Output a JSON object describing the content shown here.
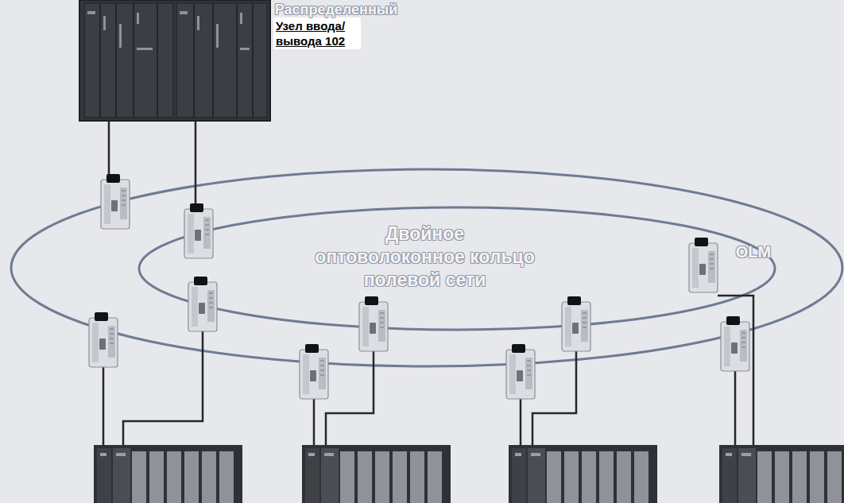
{
  "diagram": {
    "nodes": [
      {
        "text": [
          "Узел ввода/ вывода 102"
        ]
      }
    ],
    "labels": [
      "Распределенный",
      "Двойное оптоволоконное кольцо полевой сети",
      "OLM"
    ]
  }
}
